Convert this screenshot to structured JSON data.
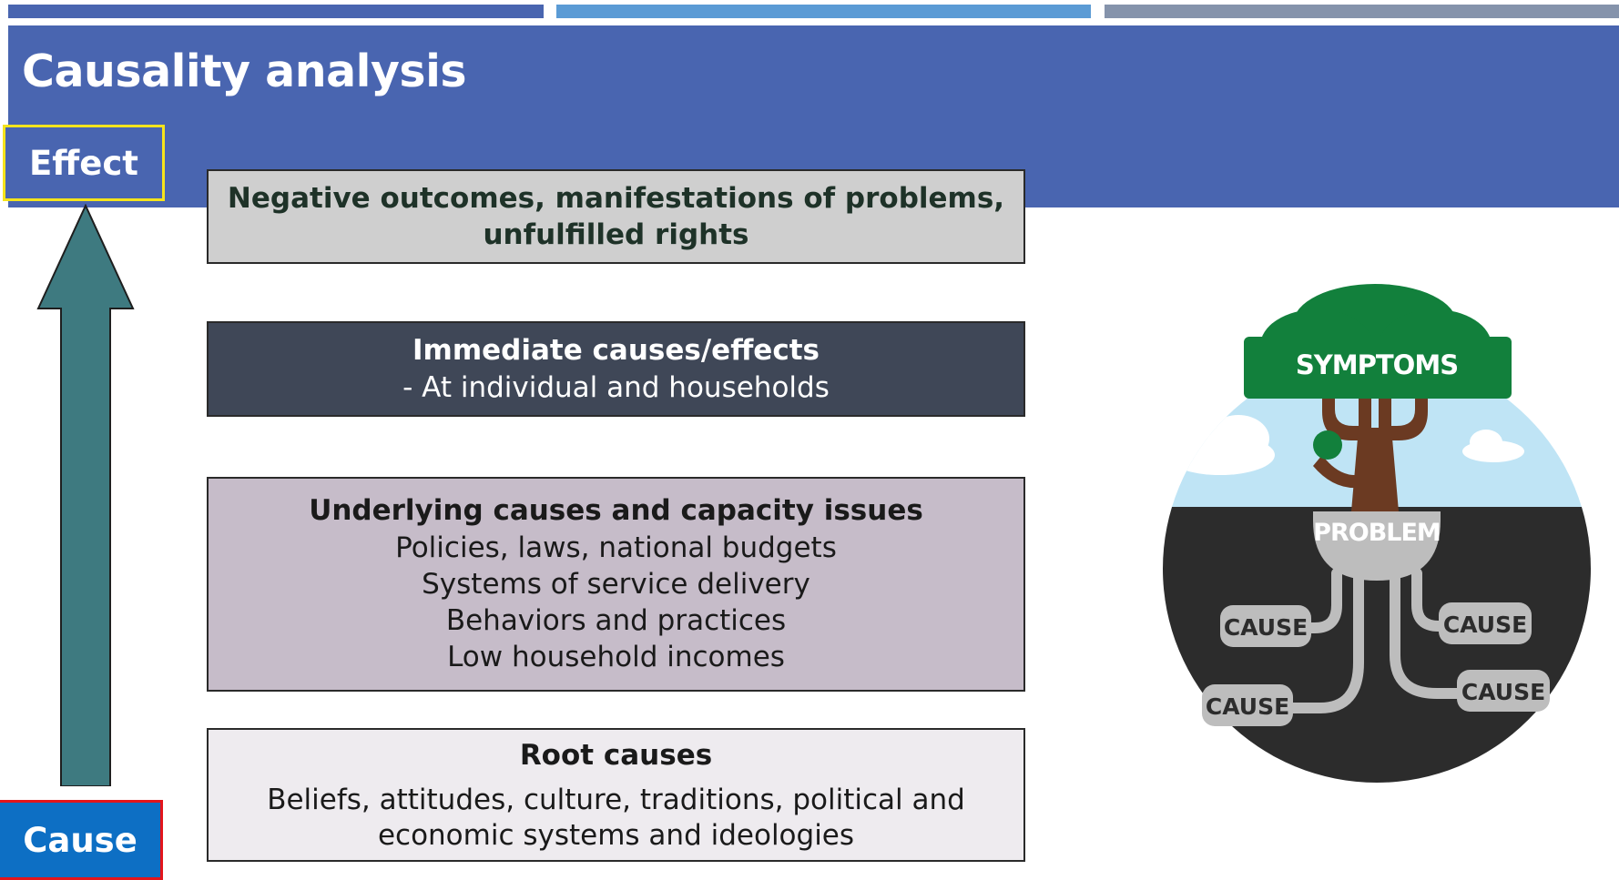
{
  "slide": {
    "title": "Causality analysis",
    "effect_label": "Effect",
    "cause_label": "Cause"
  },
  "boxes": {
    "outcomes": {
      "line1": "Negative outcomes, manifestations of problems,",
      "line2": "unfulfilled rights"
    },
    "immediate": {
      "heading": "Immediate causes/effects",
      "detail": "- At individual and households"
    },
    "underlying": {
      "heading": "Underlying causes and capacity issues",
      "items": [
        "Policies, laws, national budgets",
        "Systems of service delivery",
        "Behaviors and practices",
        "Low household incomes"
      ]
    },
    "root": {
      "heading": "Root causes",
      "line1": "Beliefs, attitudes, culture, traditions, political and",
      "line2": "economic systems and ideologies"
    }
  },
  "tree_graphic": {
    "symptoms": "SYMPTOMS",
    "problem": "PROBLEM",
    "causes": [
      "CAUSE",
      "CAUSE",
      "CAUSE",
      "CAUSE"
    ]
  },
  "colors": {
    "header": "#4965b0",
    "topbar_1": "#4965b0",
    "topbar_2": "#5b9bd5",
    "topbar_3": "#8593ab",
    "arrow": "#3e7a80",
    "effect_border": "#f5e41c",
    "cause_fill": "#0d6fc4",
    "cause_border": "#e3151b"
  }
}
